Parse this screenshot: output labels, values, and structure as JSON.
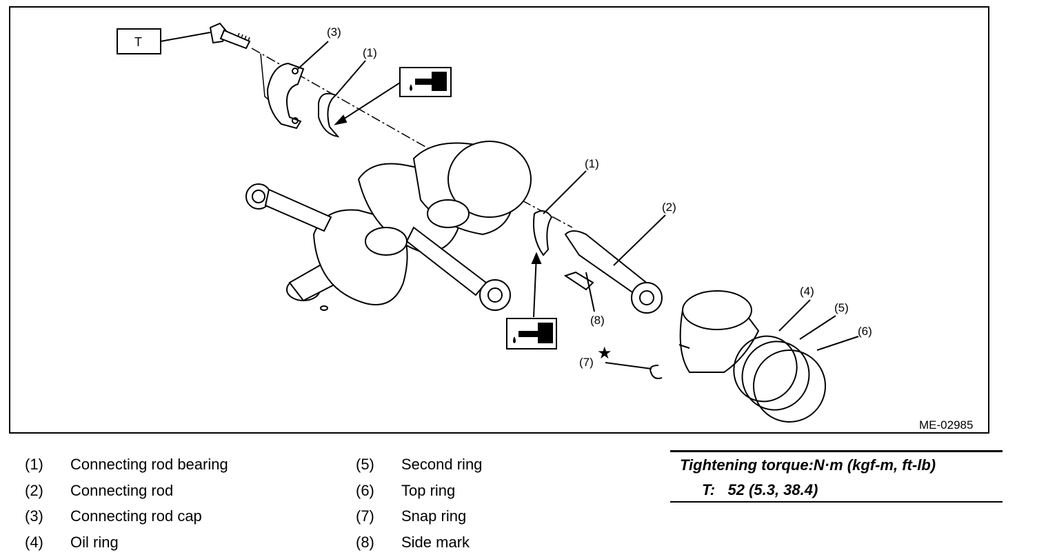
{
  "diagram": {
    "torque_box_label": "T",
    "callouts": {
      "c3": "(3)",
      "c1_top": "(1)",
      "c1_mid": "(1)",
      "c2": "(2)",
      "c8": "(8)",
      "c4": "(4)",
      "c5": "(5)",
      "c6": "(6)",
      "c7": "(7)",
      "star": "★"
    },
    "figure_code": "ME-02985"
  },
  "legend": {
    "left": [
      {
        "num": "(1)",
        "label": "Connecting rod bearing"
      },
      {
        "num": "(2)",
        "label": "Connecting rod"
      },
      {
        "num": "(3)",
        "label": "Connecting rod cap"
      },
      {
        "num": "(4)",
        "label": "Oil ring"
      }
    ],
    "right": [
      {
        "num": "(5)",
        "label": "Second ring"
      },
      {
        "num": "(6)",
        "label": "Top ring"
      },
      {
        "num": "(7)",
        "label": "Snap ring"
      },
      {
        "num": "(8)",
        "label": "Side mark"
      }
    ]
  },
  "torque": {
    "title": "Tightening torque:N·m (kgf-m, ft-lb)",
    "value": "T:   52 (5.3, 38.4)"
  },
  "icons": [
    "oil-can-icon",
    "oil-can-icon"
  ]
}
